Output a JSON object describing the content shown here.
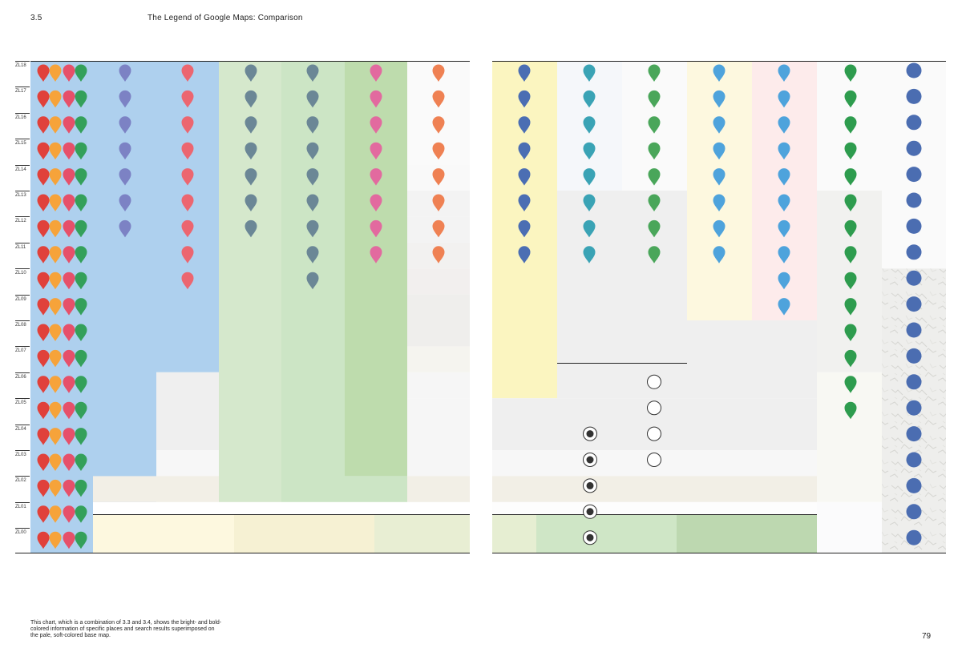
{
  "header": {
    "section_number": "3.5",
    "title": "The Legend of Google Maps: Comparison"
  },
  "footer": {
    "caption_lines": [
      "This chart, which is a combination of 3.3 and 3.4, shows the bright- and bold-",
      "colored information of specific places and search results superimposed on",
      "the pale, soft-colored base map."
    ],
    "page_number": "79"
  },
  "zoom_levels": [
    "ZL18",
    "ZL17",
    "ZL16",
    "ZL15",
    "ZL14",
    "ZL13",
    "ZL12",
    "ZL11",
    "ZL10",
    "ZL09",
    "ZL08",
    "ZL07",
    "ZL06",
    "ZL05",
    "ZL04",
    "ZL03",
    "ZL02",
    "ZL01",
    "ZL00"
  ],
  "colors": {
    "multi_pins": [
      "#e0413b",
      "#f6a33a",
      "#e6506a",
      "#34a05a"
    ],
    "pin_purple": "#7c82c4",
    "pin_coral": "#ec6670",
    "pin_slate": "#6b8796",
    "pin_pink": "#e26a9f",
    "pin_orange": "#ef8153",
    "pin_navy": "#4b6eb3",
    "pin_teal": "#3aa3b5",
    "pin_green": "#4aa65a",
    "pin_sky": "#4ea3dc",
    "pin_dark_green": "#2e9c4e",
    "dot_blue": "#4b6db1",
    "water": "#aed0ee",
    "park_light": "#d5e8cc",
    "park_mid": "#cce5c5",
    "park_dark": "#bedcad",
    "sand": "#fbf5c0",
    "pale_pink": "#fdebeb",
    "cream": "#fdf8df"
  }
}
